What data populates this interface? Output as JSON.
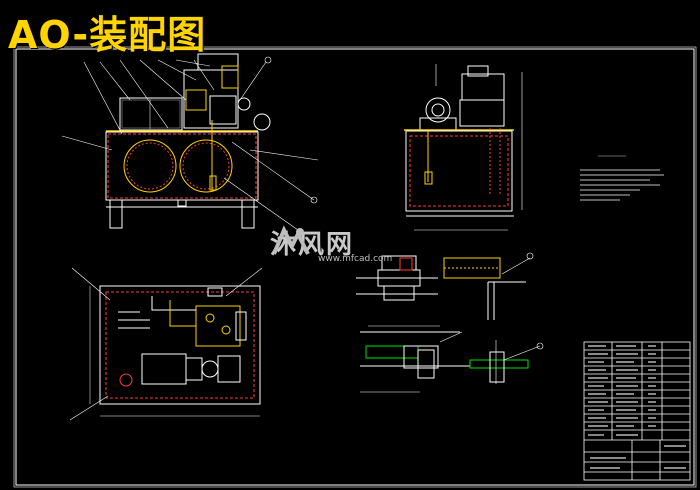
{
  "title": "AO-装配图",
  "watermark": {
    "name": "沐风网",
    "url": "www.mfcad.com"
  },
  "colors": {
    "background": "#000000",
    "title": "#ffd400",
    "frame": "#ffffff",
    "tank_dash": "#ff3b30",
    "yellow_lines": "#ffd400",
    "green_lines": "#00e000",
    "cyan_lines": "#00e5ff"
  }
}
